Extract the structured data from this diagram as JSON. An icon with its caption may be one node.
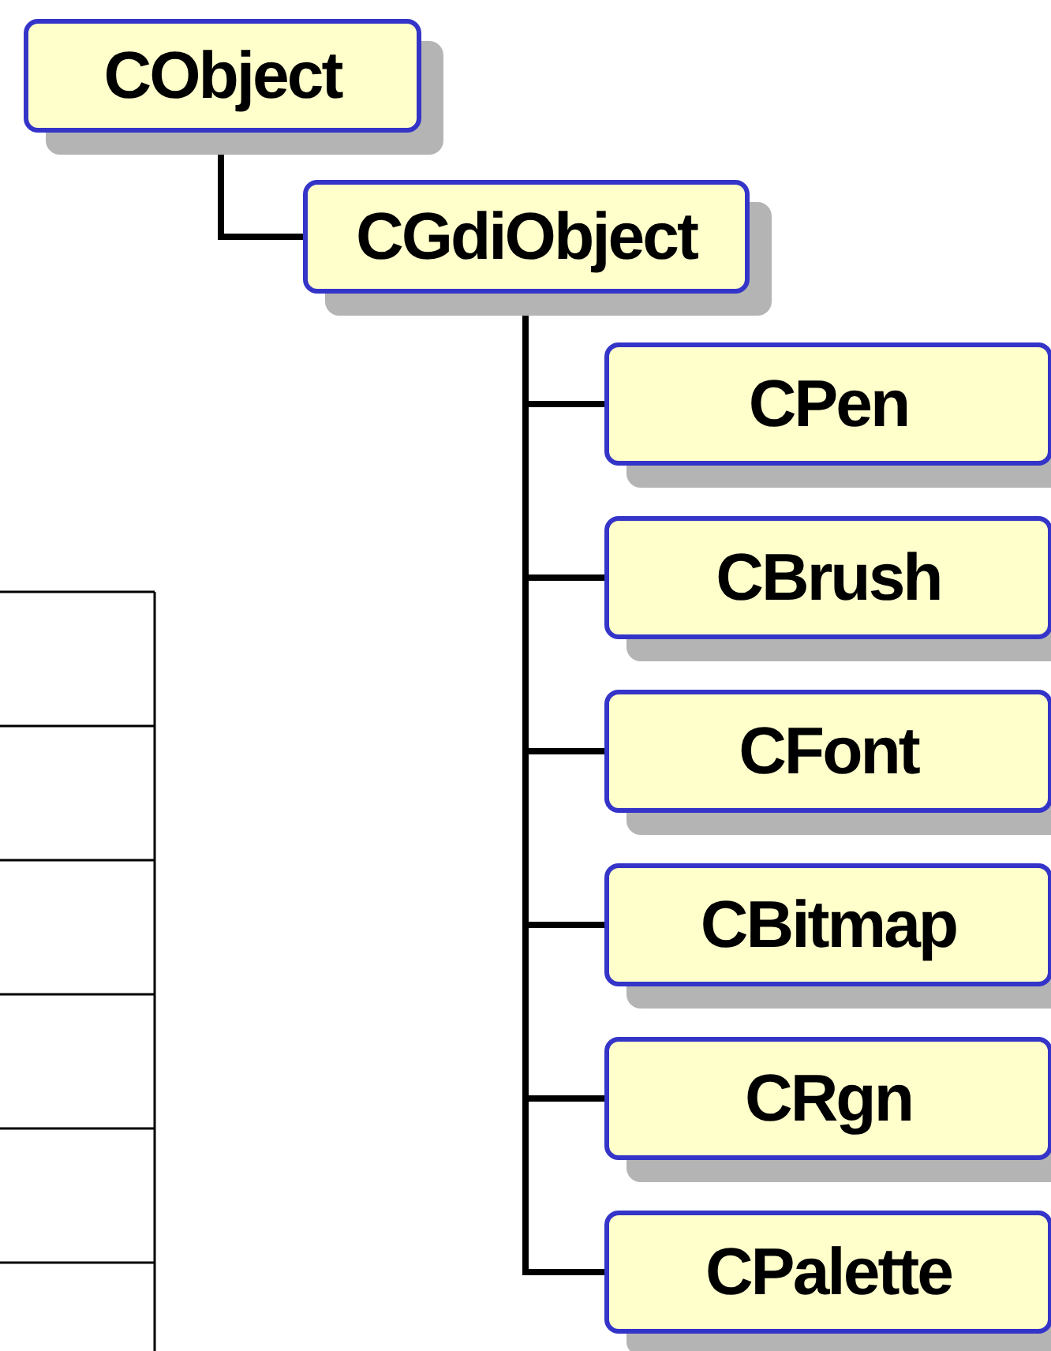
{
  "diagram": {
    "nodes": [
      {
        "text": [
          "CObject"
        ]
      },
      {
        "text": [
          "CGdiObject"
        ]
      },
      {
        "text": [
          "CPen"
        ]
      },
      {
        "text": [
          "CBrush"
        ]
      },
      {
        "text": [
          "CFont"
        ]
      },
      {
        "text": [
          "CBitmap"
        ]
      },
      {
        "text": [
          "CRgn"
        ]
      },
      {
        "text": [
          "CPalette"
        ]
      }
    ],
    "edges": [
      {
        "from": 0,
        "to": 1,
        "arrow": "none"
      },
      {
        "from": 1,
        "to": 2,
        "arrow": "none"
      },
      {
        "from": 1,
        "to": 3,
        "arrow": "none"
      },
      {
        "from": 1,
        "to": 4,
        "arrow": "none"
      },
      {
        "from": 1,
        "to": 5,
        "arrow": "none"
      },
      {
        "from": 1,
        "to": 6,
        "arrow": "none"
      },
      {
        "from": 1,
        "to": 7,
        "arrow": "none"
      }
    ]
  }
}
